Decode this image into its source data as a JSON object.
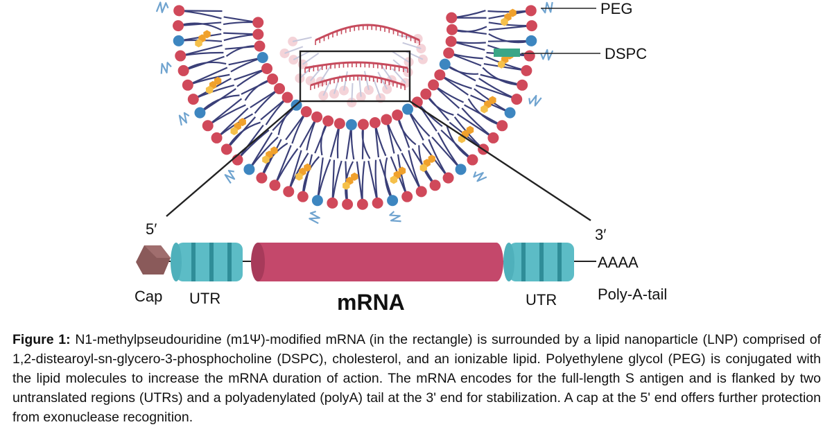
{
  "labels": {
    "peg": "PEG",
    "dspc": "DSPC",
    "five_prime": "5′",
    "three_prime": "3′",
    "cap": "Cap",
    "utr_left": "UTR",
    "utr_right": "UTR",
    "mrna": "mRNA",
    "poly_a_seq": "AAAA",
    "poly_a_tail": "Poly-A-tail"
  },
  "caption": {
    "lead": "Figure 1:",
    "text": " N1-methylpseudouridine (m1Ψ)-modified mRNA (in the rectangle) is surrounded by a lipid nanoparticle (LNP) comprised of 1,2-distearoyl-sn-glycero-3-phosphocholine (DSPC), cholesterol, and an ionizable lipid. Polyethylene glycol (PEG) is conjugated with the lipid molecules to increase the mRNA duration of action. The mRNA encodes for the full-length S antigen and is flanked by two untranslated regions (UTRs) and a polyadenylated (polyA) tail at the 3' end for stabilization. A cap at the 5' end offers further protection from exonuclease recognition."
  },
  "colors": {
    "head_red": "#d0495a",
    "head_blue": "#3d86c0",
    "tail": "#3a3f78",
    "cholesterol": "#f0a12c",
    "dspc": "#3aa687",
    "mrna_strand": "#c64a5c",
    "peg": "#6fa3cf",
    "utr": "#5cbcc6",
    "utr_dark": "#2f8d98",
    "mrna_body": "#c4486b",
    "cap": "#8a5a5a"
  }
}
